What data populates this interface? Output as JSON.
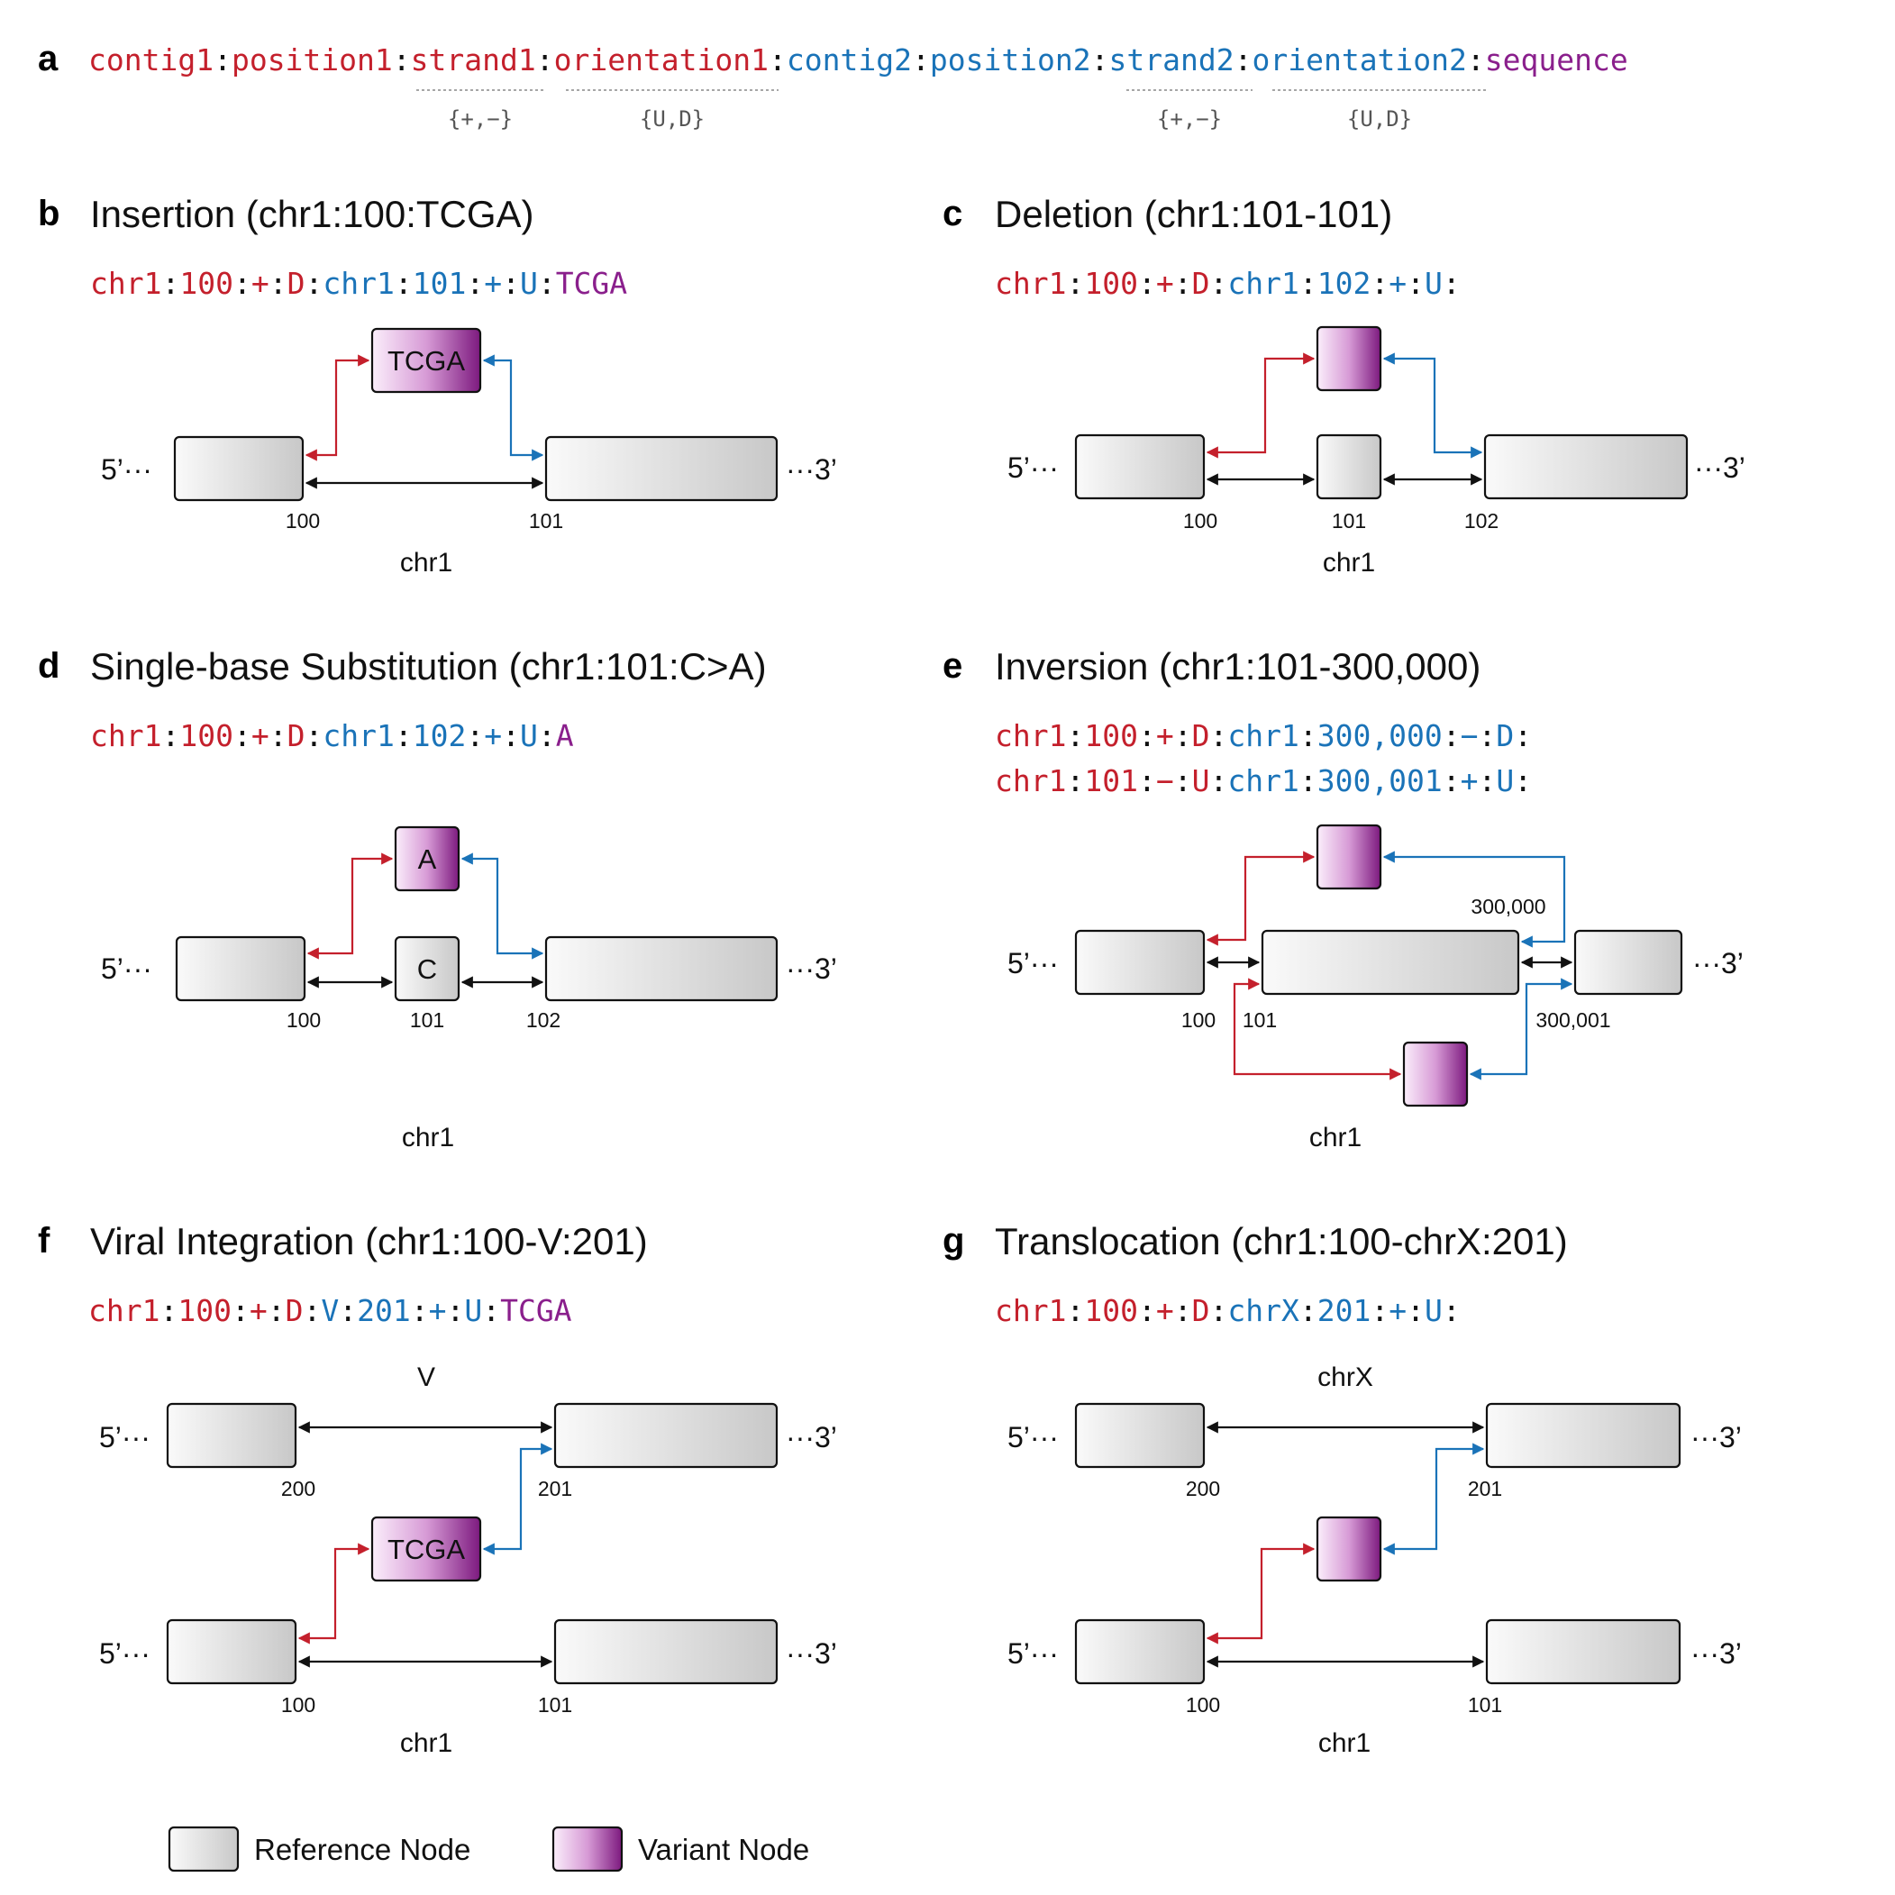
{
  "panel_a": {
    "letter": "a",
    "parts": [
      {
        "text": "contig1",
        "color": "red"
      },
      {
        "text": ":",
        "color": "black"
      },
      {
        "text": "position1",
        "color": "red"
      },
      {
        "text": ":",
        "color": "black"
      },
      {
        "text": "strand1",
        "color": "red"
      },
      {
        "text": ":",
        "color": "black"
      },
      {
        "text": "orientation1",
        "color": "red"
      },
      {
        "text": ":",
        "color": "black"
      },
      {
        "text": "contig2",
        "color": "blue"
      },
      {
        "text": ":",
        "color": "black"
      },
      {
        "text": "position2",
        "color": "blue"
      },
      {
        "text": ":",
        "color": "black"
      },
      {
        "text": "strand2",
        "color": "blue"
      },
      {
        "text": ":",
        "color": "black"
      },
      {
        "text": "orientation2",
        "color": "blue"
      },
      {
        "text": ":",
        "color": "black"
      },
      {
        "text": "sequence",
        "color": "purple"
      }
    ],
    "strand_values": "{+,−}",
    "orientation_values": "{U,D}"
  },
  "panels": {
    "b": {
      "letter": "b",
      "title": "Insertion (chr1:100:TCGA)",
      "code": [
        [
          [
            "chr1",
            "red"
          ],
          [
            ":",
            "black"
          ],
          [
            "100",
            "red"
          ],
          [
            ":",
            "black"
          ],
          [
            "+",
            "red"
          ],
          [
            ":",
            "black"
          ],
          [
            "D",
            "red"
          ],
          [
            ":",
            "black"
          ],
          [
            "chr1",
            "blue"
          ],
          [
            ":",
            "black"
          ],
          [
            "101",
            "blue"
          ],
          [
            ":",
            "black"
          ],
          [
            "+",
            "blue"
          ],
          [
            ":",
            "black"
          ],
          [
            "U",
            "blue"
          ],
          [
            ":",
            "black"
          ],
          [
            "TCGA",
            "purple"
          ]
        ]
      ],
      "variant_label": "TCGA",
      "positions": [
        "100",
        "101"
      ],
      "contig": "chr1",
      "end5": "5’···",
      "end3": "···3’"
    },
    "c": {
      "letter": "c",
      "title": "Deletion (chr1:101-101)",
      "code": [
        [
          [
            "chr1",
            "red"
          ],
          [
            ":",
            "black"
          ],
          [
            "100",
            "red"
          ],
          [
            ":",
            "black"
          ],
          [
            "+",
            "red"
          ],
          [
            ":",
            "black"
          ],
          [
            "D",
            "red"
          ],
          [
            ":",
            "black"
          ],
          [
            "chr1",
            "blue"
          ],
          [
            ":",
            "black"
          ],
          [
            "102",
            "blue"
          ],
          [
            ":",
            "black"
          ],
          [
            "+",
            "blue"
          ],
          [
            ":",
            "black"
          ],
          [
            "U",
            "blue"
          ],
          [
            ":",
            "black"
          ]
        ]
      ],
      "positions": [
        "100",
        "101",
        "102"
      ],
      "contig": "chr1",
      "end5": "5’···",
      "end3": "···3’"
    },
    "d": {
      "letter": "d",
      "title": "Single-base Substitution (chr1:101:C>A)",
      "code": [
        [
          [
            "chr1",
            "red"
          ],
          [
            ":",
            "black"
          ],
          [
            "100",
            "red"
          ],
          [
            ":",
            "black"
          ],
          [
            "+",
            "red"
          ],
          [
            ":",
            "black"
          ],
          [
            "D",
            "red"
          ],
          [
            ":",
            "black"
          ],
          [
            "chr1",
            "blue"
          ],
          [
            ":",
            "black"
          ],
          [
            "102",
            "blue"
          ],
          [
            ":",
            "black"
          ],
          [
            "+",
            "blue"
          ],
          [
            ":",
            "black"
          ],
          [
            "U",
            "blue"
          ],
          [
            ":",
            "black"
          ],
          [
            "A",
            "purple"
          ]
        ]
      ],
      "variant_label": "A",
      "ref_label": "C",
      "positions": [
        "100",
        "101",
        "102"
      ],
      "contig": "chr1",
      "end5": "5’···",
      "end3": "···3’"
    },
    "e": {
      "letter": "e",
      "title": "Inversion (chr1:101-300,000)",
      "code": [
        [
          [
            "chr1",
            "red"
          ],
          [
            ":",
            "black"
          ],
          [
            "100",
            "red"
          ],
          [
            ":",
            "black"
          ],
          [
            "+",
            "red"
          ],
          [
            ":",
            "black"
          ],
          [
            "D",
            "red"
          ],
          [
            ":",
            "black"
          ],
          [
            "chr1",
            "blue"
          ],
          [
            ":",
            "black"
          ],
          [
            "300,000",
            "blue"
          ],
          [
            ":",
            "black"
          ],
          [
            "−",
            "blue"
          ],
          [
            ":",
            "black"
          ],
          [
            "D",
            "blue"
          ],
          [
            ":",
            "black"
          ]
        ],
        [
          [
            "chr1",
            "red"
          ],
          [
            ":",
            "black"
          ],
          [
            "101",
            "red"
          ],
          [
            ":",
            "black"
          ],
          [
            "−",
            "red"
          ],
          [
            ":",
            "black"
          ],
          [
            "U",
            "red"
          ],
          [
            ":",
            "black"
          ],
          [
            "chr1",
            "blue"
          ],
          [
            ":",
            "black"
          ],
          [
            "300,001",
            "blue"
          ],
          [
            ":",
            "black"
          ],
          [
            "+",
            "blue"
          ],
          [
            ":",
            "black"
          ],
          [
            "U",
            "blue"
          ],
          [
            ":",
            "black"
          ]
        ]
      ],
      "positions": [
        "100",
        "101",
        "300,000",
        "300,001"
      ],
      "contig": "chr1",
      "end5": "5’···",
      "end3": "···3’"
    },
    "f": {
      "letter": "f",
      "title": "Viral Integration (chr1:100-V:201)",
      "code": [
        [
          [
            "chr1",
            "red"
          ],
          [
            ":",
            "black"
          ],
          [
            "100",
            "red"
          ],
          [
            ":",
            "black"
          ],
          [
            "+",
            "red"
          ],
          [
            ":",
            "black"
          ],
          [
            "D",
            "red"
          ],
          [
            ":",
            "black"
          ],
          [
            "V",
            "blue"
          ],
          [
            ":",
            "black"
          ],
          [
            "201",
            "blue"
          ],
          [
            ":",
            "black"
          ],
          [
            "+",
            "blue"
          ],
          [
            ":",
            "black"
          ],
          [
            "U",
            "blue"
          ],
          [
            ":",
            "black"
          ],
          [
            "TCGA",
            "purple"
          ]
        ]
      ],
      "variant_label": "TCGA",
      "top_contig": "V",
      "top_positions": [
        "200",
        "201"
      ],
      "bottom_positions": [
        "100",
        "101"
      ],
      "contig": "chr1",
      "end5": "5’···",
      "end3": "···3’"
    },
    "g": {
      "letter": "g",
      "title": "Translocation (chr1:100-chrX:201)",
      "code": [
        [
          [
            "chr1",
            "red"
          ],
          [
            ":",
            "black"
          ],
          [
            "100",
            "red"
          ],
          [
            ":",
            "black"
          ],
          [
            "+",
            "red"
          ],
          [
            ":",
            "black"
          ],
          [
            "D",
            "red"
          ],
          [
            ":",
            "black"
          ],
          [
            "chrX",
            "blue"
          ],
          [
            ":",
            "black"
          ],
          [
            "201",
            "blue"
          ],
          [
            ":",
            "black"
          ],
          [
            "+",
            "blue"
          ],
          [
            ":",
            "black"
          ],
          [
            "U",
            "blue"
          ],
          [
            ":",
            "black"
          ]
        ]
      ],
      "top_contig": "chrX",
      "top_positions": [
        "200",
        "201"
      ],
      "bottom_positions": [
        "100",
        "101"
      ],
      "contig": "chr1",
      "end5": "5’···",
      "end3": "···3’"
    }
  },
  "legend": {
    "reference": "Reference Node",
    "variant": "Variant Node"
  },
  "colors": {
    "red": "#c4202c",
    "blue": "#1a73b8",
    "purple": "#8a1f8c",
    "black": "#111111"
  }
}
